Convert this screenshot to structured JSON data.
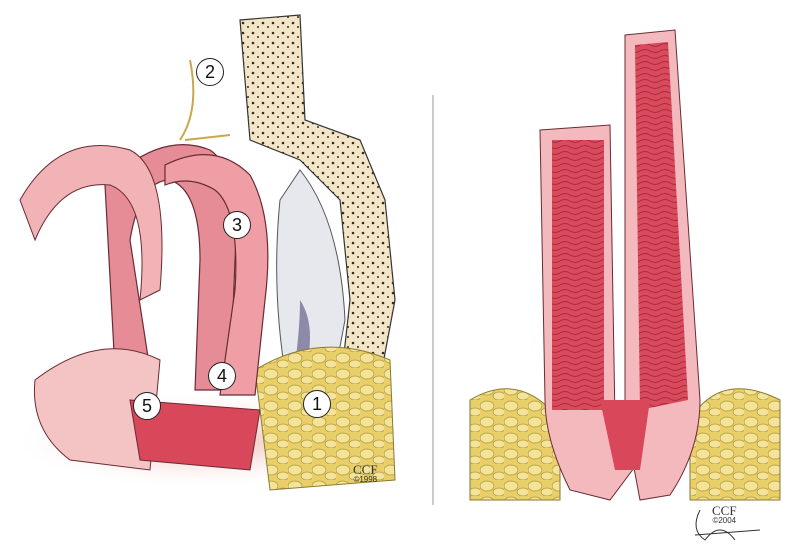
{
  "left_figure": {
    "labels": [
      "1",
      "2",
      "3",
      "4",
      "5"
    ],
    "credit": {
      "org": "CCF",
      "copyright": "©1998"
    }
  },
  "right_figure": {
    "credit": {
      "org": "CCF",
      "copyright": "©2004"
    }
  },
  "colors": {
    "tissue": "#e58c96",
    "mucosa": "#d9475a",
    "bone": "#f3e5c8",
    "fat": "#ecd77a",
    "lining": "#f7d3d3"
  }
}
